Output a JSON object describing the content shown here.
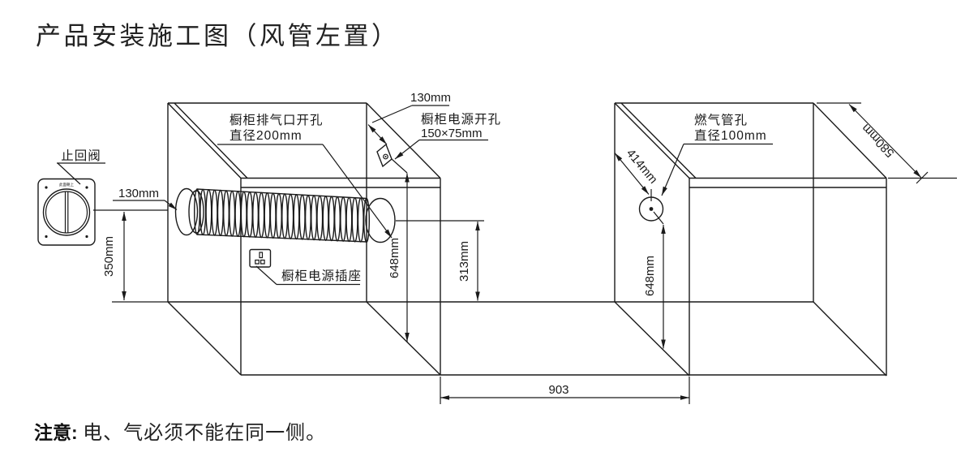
{
  "title": "产品安装施工图（风管左置）",
  "note": {
    "prefix": "注意:",
    "body": "电、气必须不能在同一侧。"
  },
  "colors": {
    "line": "#1a1a1a",
    "background": "#ffffff"
  },
  "labels": {
    "check_valve": "止回阀",
    "valve_marking": "此面朝上",
    "duct_protrusion": "130mm",
    "duct_height": "350mm",
    "exhaust_hole_line1": "橱柜排气口开孔",
    "exhaust_hole_line2": "直径200mm",
    "power_hole_offset": "130mm",
    "power_hole_line1": "橱柜电源开孔",
    "power_hole_line2": "150×75mm",
    "power_socket": "橱柜电源插座",
    "left_cabinet_height": "648mm",
    "duct_to_base": "313mm",
    "cabinet_gap": "903",
    "gas_hole_line1": "燃气管孔",
    "gas_hole_line2": "直径100mm",
    "gas_hole_depth": "414mm",
    "gas_hole_height": "648mm",
    "cabinet_depth": "580mm"
  }
}
